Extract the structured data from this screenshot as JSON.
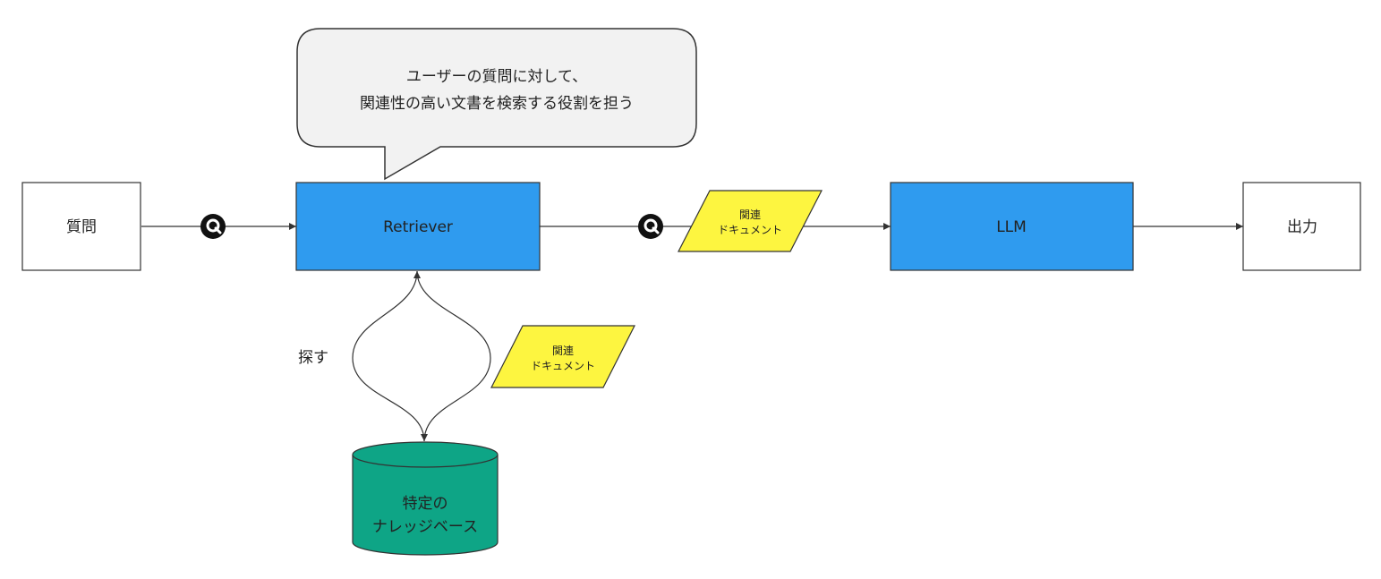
{
  "callout": {
    "line1": "ユーザーの質問に対して、",
    "line2": "関連性の高い文書を検索する役割を担う"
  },
  "nodes": {
    "question": "質問",
    "retriever": "Retriever",
    "llm": "LLM",
    "output": "出力",
    "knowledge_base_line1": "特定の",
    "knowledge_base_line2": "ナレッジベース"
  },
  "documents": {
    "top_line1": "関連",
    "top_line2": "ドキュメント",
    "side_line1": "関連",
    "side_line2": "ドキュメント"
  },
  "edge_labels": {
    "search": "探す"
  },
  "icons": {
    "query_icon_letter": "Q"
  },
  "colors": {
    "process_blue": "#2f9bef",
    "document_yellow": "#fdf540",
    "database_green": "#0ea586",
    "callout_fill": "#f2f2f2",
    "stroke": "#333333"
  }
}
